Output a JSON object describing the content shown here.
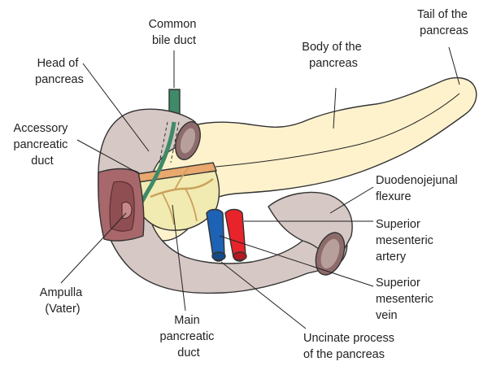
{
  "labels": {
    "common_bile_duct": [
      "Common",
      "bile duct"
    ],
    "tail": [
      "Tail of the",
      "pancreas"
    ],
    "body": [
      "Body of the",
      "pancreas"
    ],
    "head": [
      "Head of",
      "pancreas"
    ],
    "accessory_duct": [
      "Accessory",
      "pancreatic",
      "duct"
    ],
    "duodenojejunal": [
      "Duodenojejunal",
      "flexure"
    ],
    "sm_artery": [
      "Superior",
      "mesenteric",
      "artery"
    ],
    "sm_vein": [
      "Superior",
      "mesenteric",
      "vein"
    ],
    "ampulla": [
      "Ampulla",
      "(Vater)"
    ],
    "main_duct": [
      "Main",
      "pancreatic",
      "duct"
    ],
    "uncinate": [
      "Uncinate process",
      "of the pancreas"
    ]
  },
  "colors": {
    "pancreas": "#fdf2cc",
    "duodenum": "#d6c8c4",
    "ampulla_wall": "#a8676b",
    "bile_duct": "#3f8a68",
    "artery": "#e8232a",
    "vein": "#1d62b4",
    "duct": "#e9a86e",
    "outline": "#333333"
  }
}
